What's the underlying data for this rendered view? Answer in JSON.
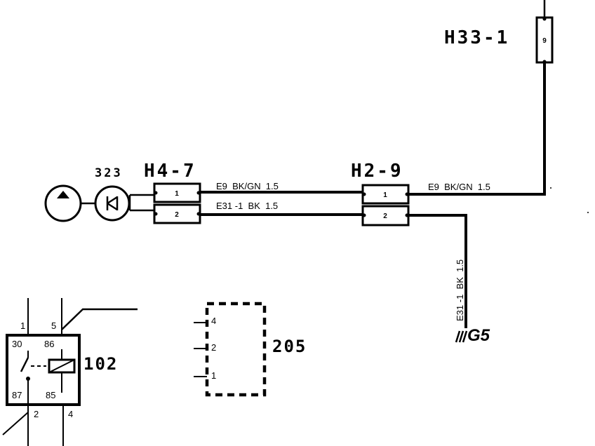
{
  "connectors": {
    "h33": {
      "name": "H33-1",
      "pin": "9"
    },
    "h4": {
      "name": "H4-7",
      "pin1": "1",
      "pin2": "2"
    },
    "h2": {
      "name": "H2-9",
      "pin1": "1",
      "pin2": "2"
    }
  },
  "components": {
    "sensor_number": "323",
    "relay_number": "102",
    "module_number": "205"
  },
  "wires": {
    "w1_left": "E9  BK/GN  1.5",
    "w2_left": "E31 -1  BK  1.5",
    "w1_right": "E9  BK/GN  1.5",
    "w2_vertical": "E31 -1  BK  1.5"
  },
  "ground": {
    "label": "G5"
  },
  "relay_terminals": {
    "t1": "1",
    "t5": "5",
    "t30": "30",
    "t86": "86",
    "t87": "87",
    "t85": "85",
    "t2": "2",
    "t4": "4"
  },
  "module_pins": {
    "p4": "4",
    "p2": "2",
    "p1": "1"
  }
}
